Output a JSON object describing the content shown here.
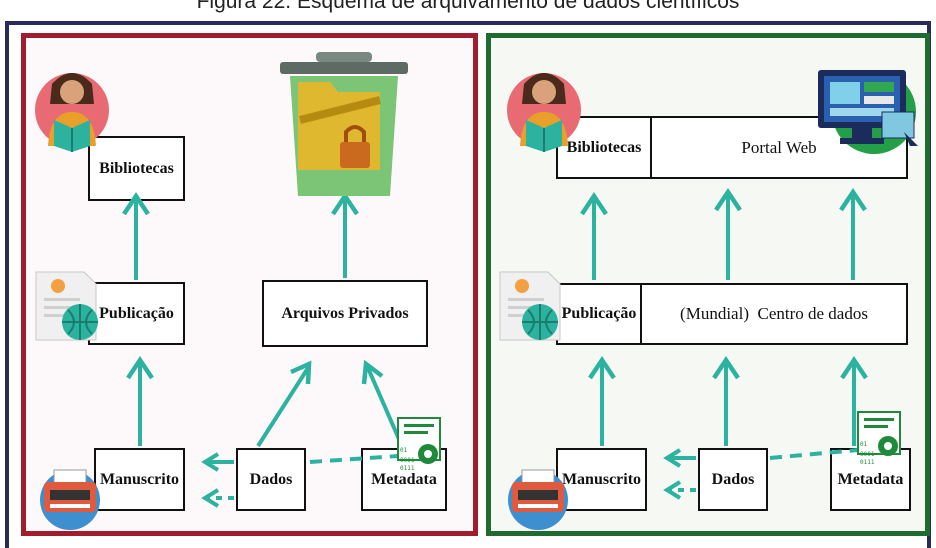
{
  "caption": "Figura 22. Esquema de arquivamento de dados científicos",
  "left_panel": {
    "bibliotecas": "Bibliotecas",
    "publicacao": "Publicação",
    "manuscrito": "Manuscrito",
    "dados": "Dados",
    "metadata": "Metadata",
    "arquivos_privados": "Arquivos Privados"
  },
  "right_panel": {
    "bibliotecas": "Bibliotecas",
    "portal_web": "Portal Web",
    "publicacao": "Publicação",
    "centro_dados": "(Mundial)  Centro de dados",
    "manuscrito": "Manuscrito",
    "dados": "Dados",
    "metadata": "Metadata"
  },
  "metadata_icon_digits": [
    "01",
    "0001",
    "0111"
  ],
  "colors": {
    "left_border": "#a11d2e",
    "right_border": "#1f6b30",
    "arrow": "#2bb3a0",
    "avatar_circle": "#e86a72",
    "trash_green": "#7cc576",
    "globe": "#2bb3a0",
    "typewriter": "#e05a40",
    "monitor_circle": "#23a047"
  },
  "icons": [
    "reader-icon",
    "trash-icon",
    "folder-lock-icon",
    "document-icon",
    "globe-icon",
    "typewriter-icon",
    "metadata-gear-icon",
    "monitor-icon"
  ]
}
